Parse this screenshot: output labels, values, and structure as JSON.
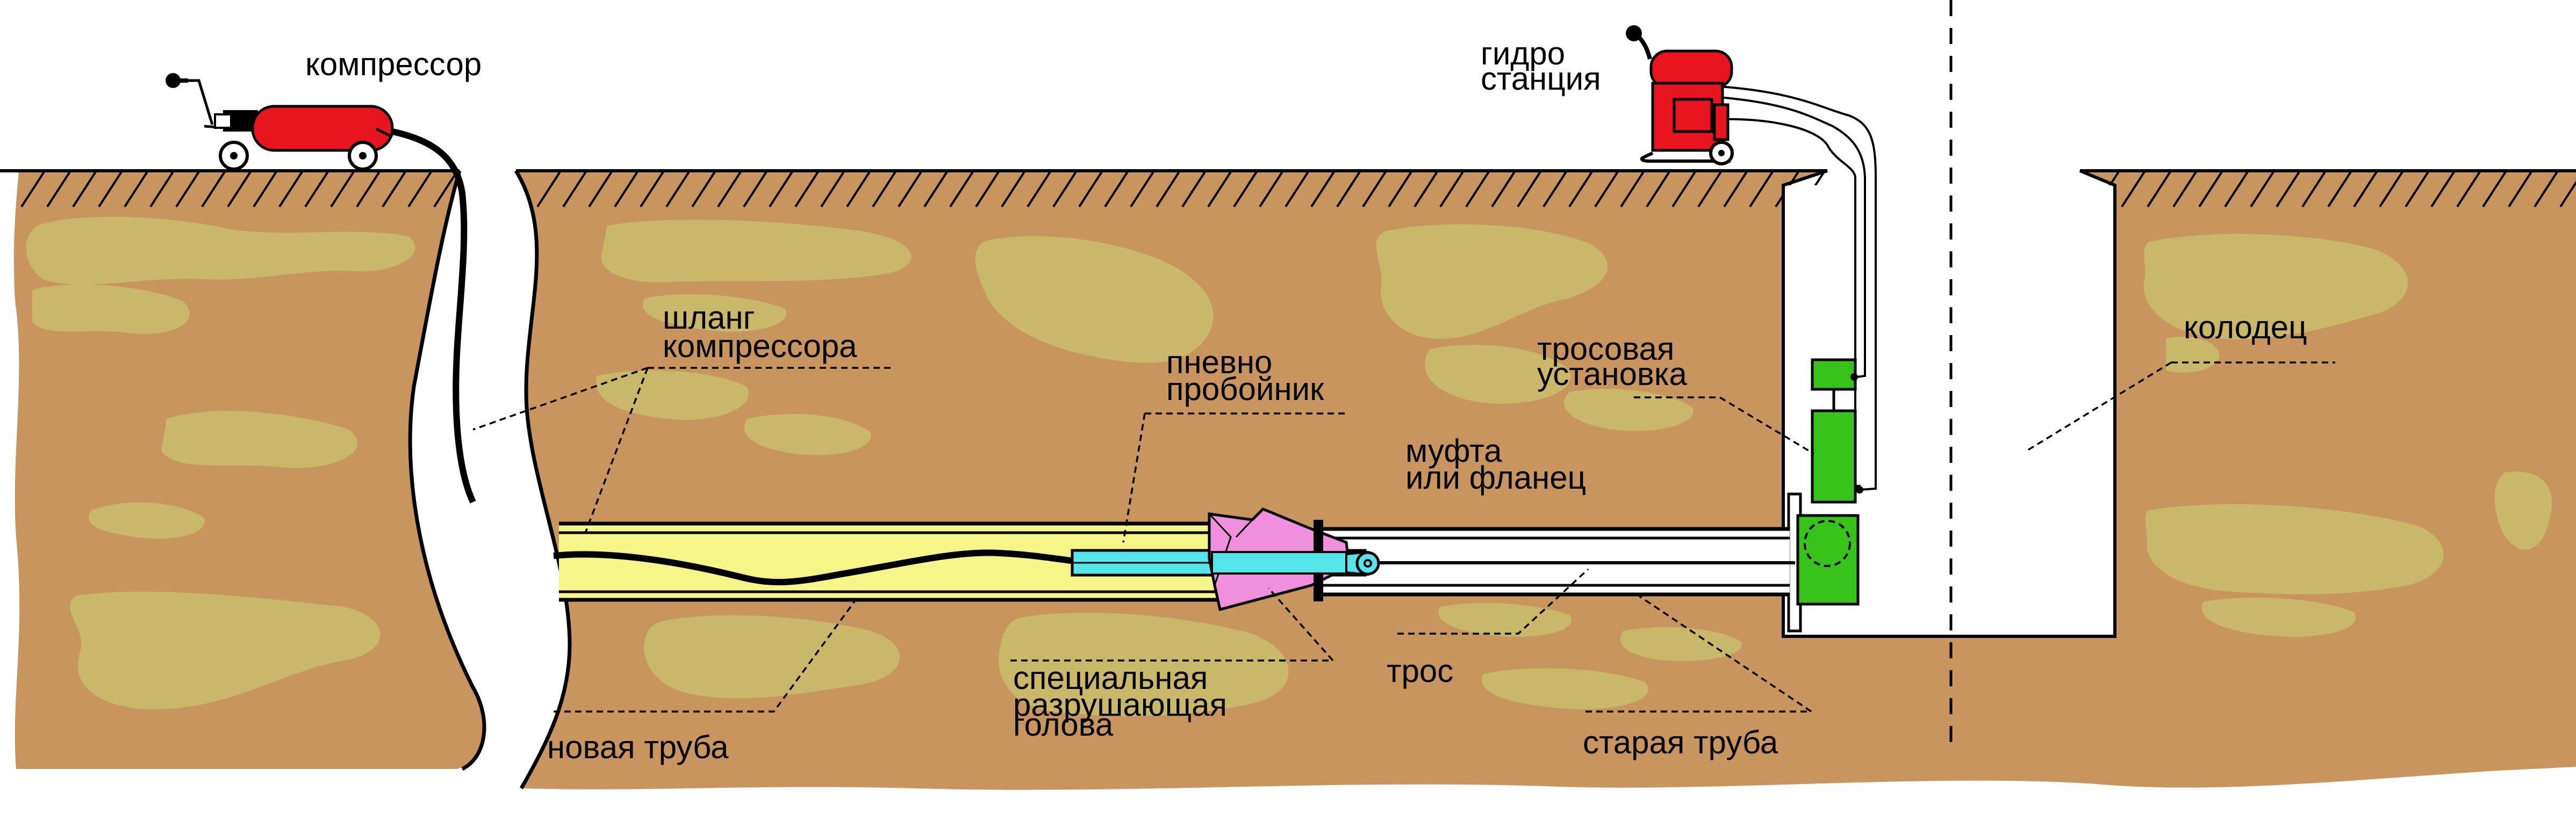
{
  "labels": {
    "compressor": "компрессор",
    "hydro_line1": "гидро",
    "hydro_line2": "станция",
    "hose_line1": "шланг",
    "hose_line2": "компрессора",
    "pneumo_line1": "пневно",
    "pneumo_line2": "пробойник",
    "cable_unit_line1": "тросовая",
    "cable_unit_line2": "установка",
    "well": "колодец",
    "coupling_line1": "муфта",
    "coupling_line2": "или фланец",
    "head_line1": "специальная",
    "head_line2": "разрушающая",
    "head_line3": "голова",
    "cable": "трос",
    "new_pipe": "новая труба",
    "old_pipe": "старая труба"
  },
  "colors": {
    "soil": "#c8955e",
    "soil_spots": "#c9b76a",
    "outline": "#000000",
    "compressor_body": "#e8141e",
    "new_pipe_fill": "#f6f587",
    "pneumo_tool": "#55e4ea",
    "breaking_head": "#ef8fdd",
    "cable_unit": "#37c31a",
    "well_fill": "#ffffff"
  }
}
